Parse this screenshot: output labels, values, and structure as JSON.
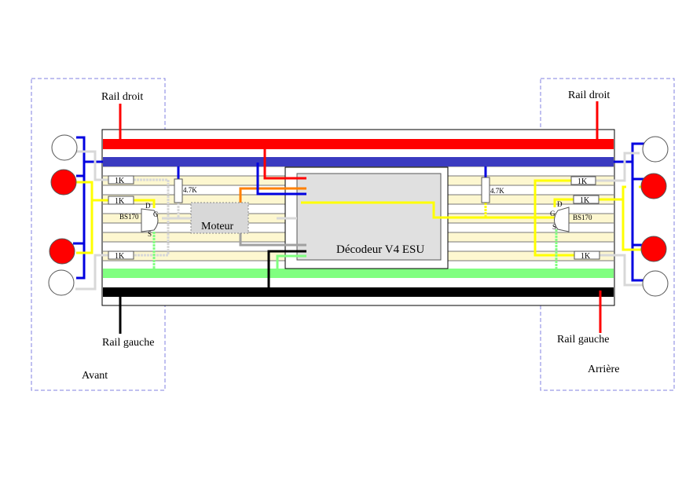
{
  "title": "Câblage décodeur V4 ESU avec éclairage avant/arrière",
  "colors": {
    "rail_right": "#ff0000",
    "blue_common": "#3a3ac0",
    "blue_wire": "#0000e0",
    "yellow_wire": "#ffff00",
    "green_wire": "#80ff80",
    "black_wire": "#000000",
    "orange_wire": "#ff8000",
    "grey_wire": "#a0a0a0",
    "lightgrey_wire": "#d8d8d8",
    "stripe_cream": "#fdf7d0",
    "decoder_fill": "#e0e0e0",
    "lamp_red": "#ff0000",
    "frame_dash": "#8080e0"
  },
  "labels": {
    "front_rail_right": "Rail droit",
    "front_rail_left": "Rail gauche",
    "front_side": "Avant",
    "rear_rail_right": "Rail droit",
    "rear_rail_left": "Rail gauche",
    "rear_side": "Arrière",
    "motor": "Moteur",
    "decoder": "Décodeur V4 ESU"
  },
  "components": {
    "front": {
      "resistors": [
        "1K",
        "1K",
        "1K"
      ],
      "pullup": "4.7K",
      "transistor": "BS170",
      "pins": {
        "drain": "D",
        "gate": "G",
        "source": "S"
      }
    },
    "rear": {
      "resistors": [
        "1K",
        "1K",
        "1K"
      ],
      "pullup": "4.7K",
      "transistor": "BS170",
      "pins": {
        "drain": "D",
        "gate": "G",
        "source": "S"
      }
    }
  },
  "lamps": {
    "front": [
      "white",
      "red",
      "red",
      "white"
    ],
    "rear": [
      "white",
      "red",
      "red",
      "white"
    ]
  }
}
